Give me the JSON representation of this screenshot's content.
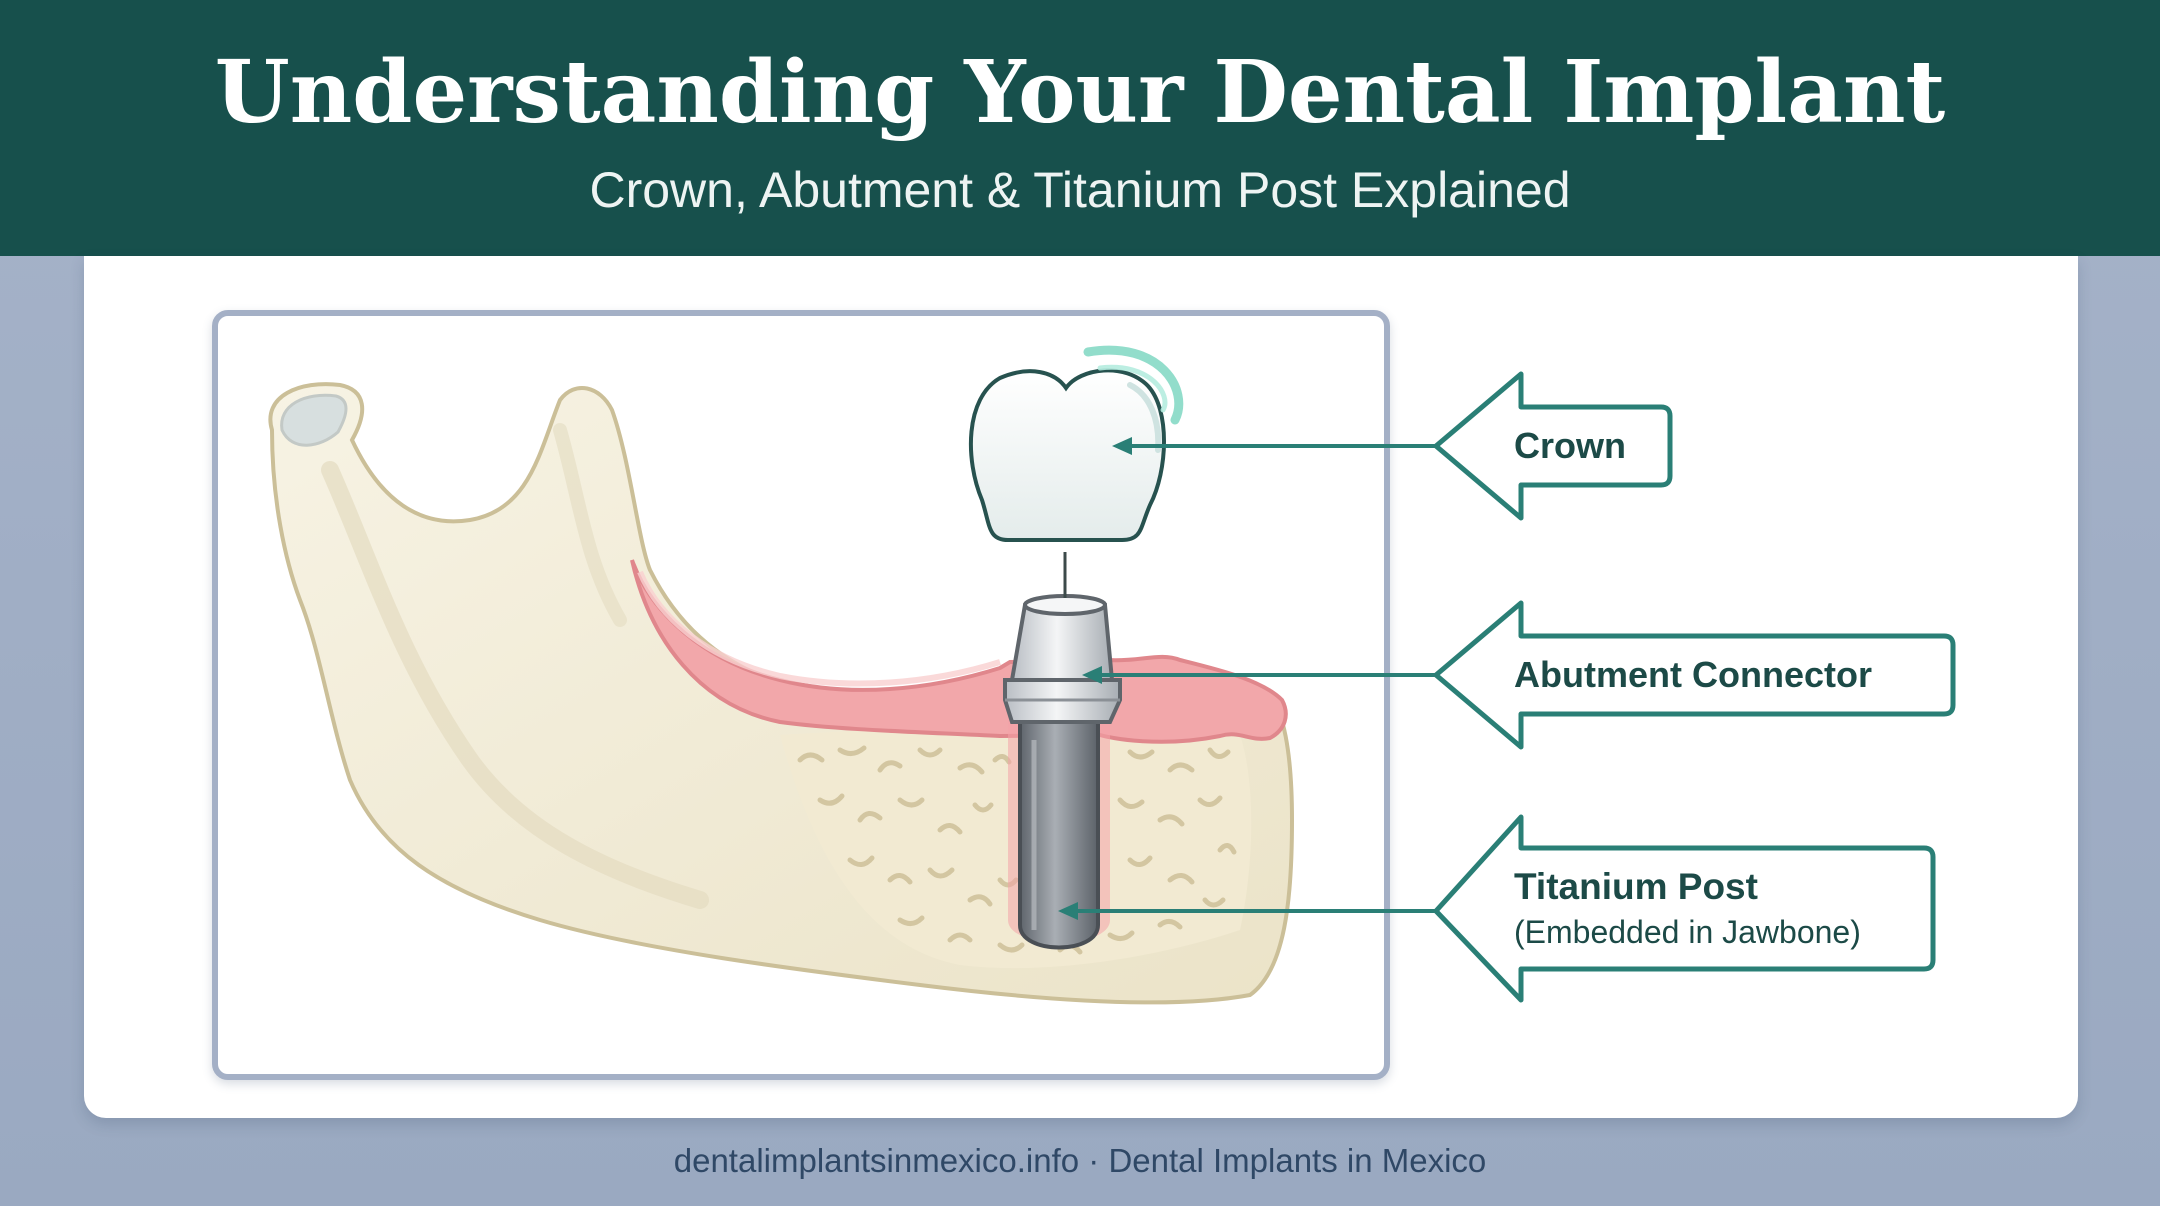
{
  "header": {
    "title": "Understanding Your Dental Implant",
    "subtitle": "Crown, Abutment & Titanium Post Explained"
  },
  "callouts": [
    {
      "id": "crown",
      "title": "Crown",
      "detail": ""
    },
    {
      "id": "abutment",
      "title": "Abutment Connector",
      "detail": ""
    },
    {
      "id": "post",
      "title": "Titanium Post",
      "detail": "(Embedded in Jawbone)"
    }
  ],
  "footer": {
    "text": "dentalimplantsinmexico.info · Dental Implants in Mexico"
  },
  "colors": {
    "header_bg": "#17504c",
    "accent_teal": "#2a7f76",
    "gum_pink": "#f1a2a6",
    "bone": "#f1ecd9",
    "titanium": "#8c9197"
  }
}
